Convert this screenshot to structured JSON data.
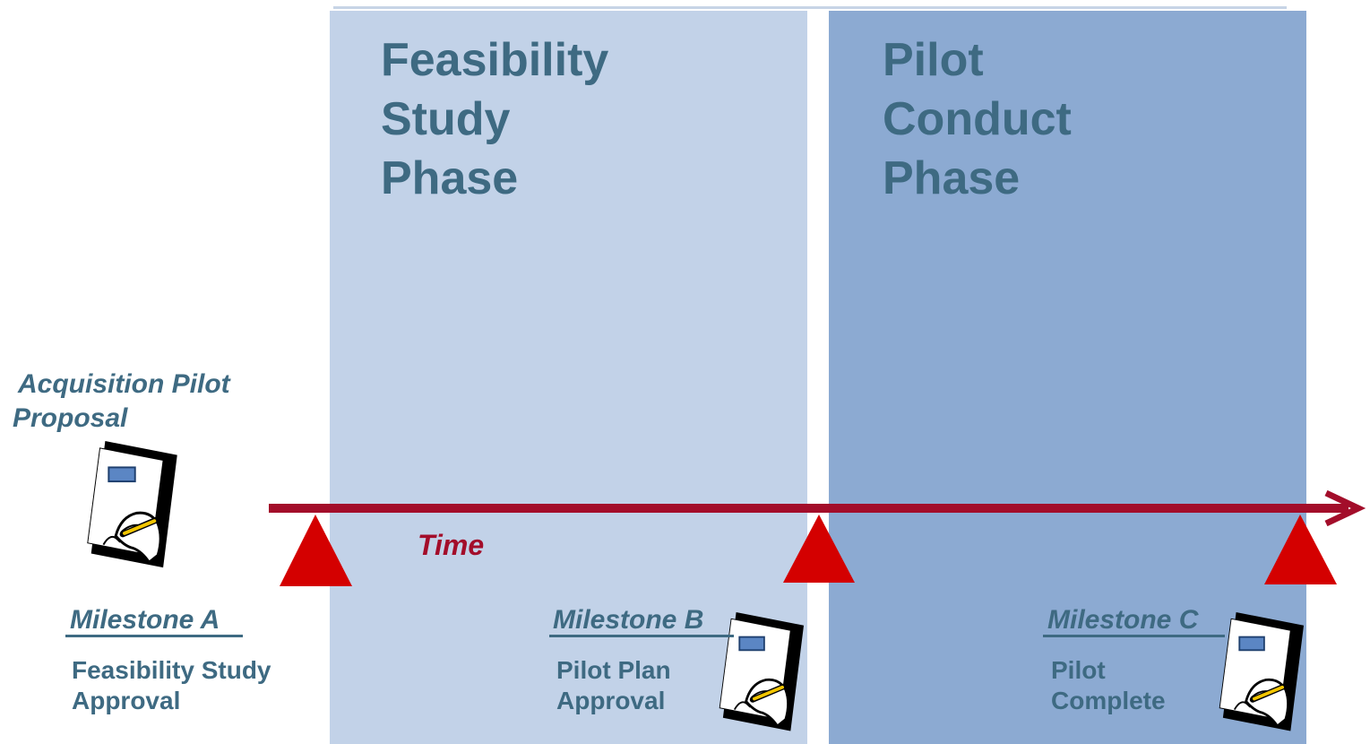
{
  "phases": [
    {
      "lines": [
        "Feasibility",
        "Study",
        "Phase"
      ],
      "color": "#c2d2e8"
    },
    {
      "lines": [
        "Pilot",
        "Conduct",
        "Phase"
      ],
      "color": "#8caad2"
    }
  ],
  "proposal": {
    "lines": [
      "Acquisition Pilot",
      "Proposal"
    ]
  },
  "timeline": {
    "label": "Time",
    "color": "#a30d2a"
  },
  "milestones": [
    {
      "title": " Milestone A",
      "desc": [
        "Feasibility Study",
        "Approval"
      ],
      "marker_color": "#d40000"
    },
    {
      "title": " Milestone B",
      "desc": [
        "Pilot Plan",
        "Approval"
      ],
      "marker_color": "#d40000"
    },
    {
      "title": " Milestone C",
      "desc": [
        "Pilot",
        "Complete"
      ],
      "marker_color": "#d40000"
    }
  ],
  "icons": [
    "document-signing-icon",
    "document-signing-icon",
    "document-signing-icon"
  ],
  "text_color": "#3e6a82"
}
